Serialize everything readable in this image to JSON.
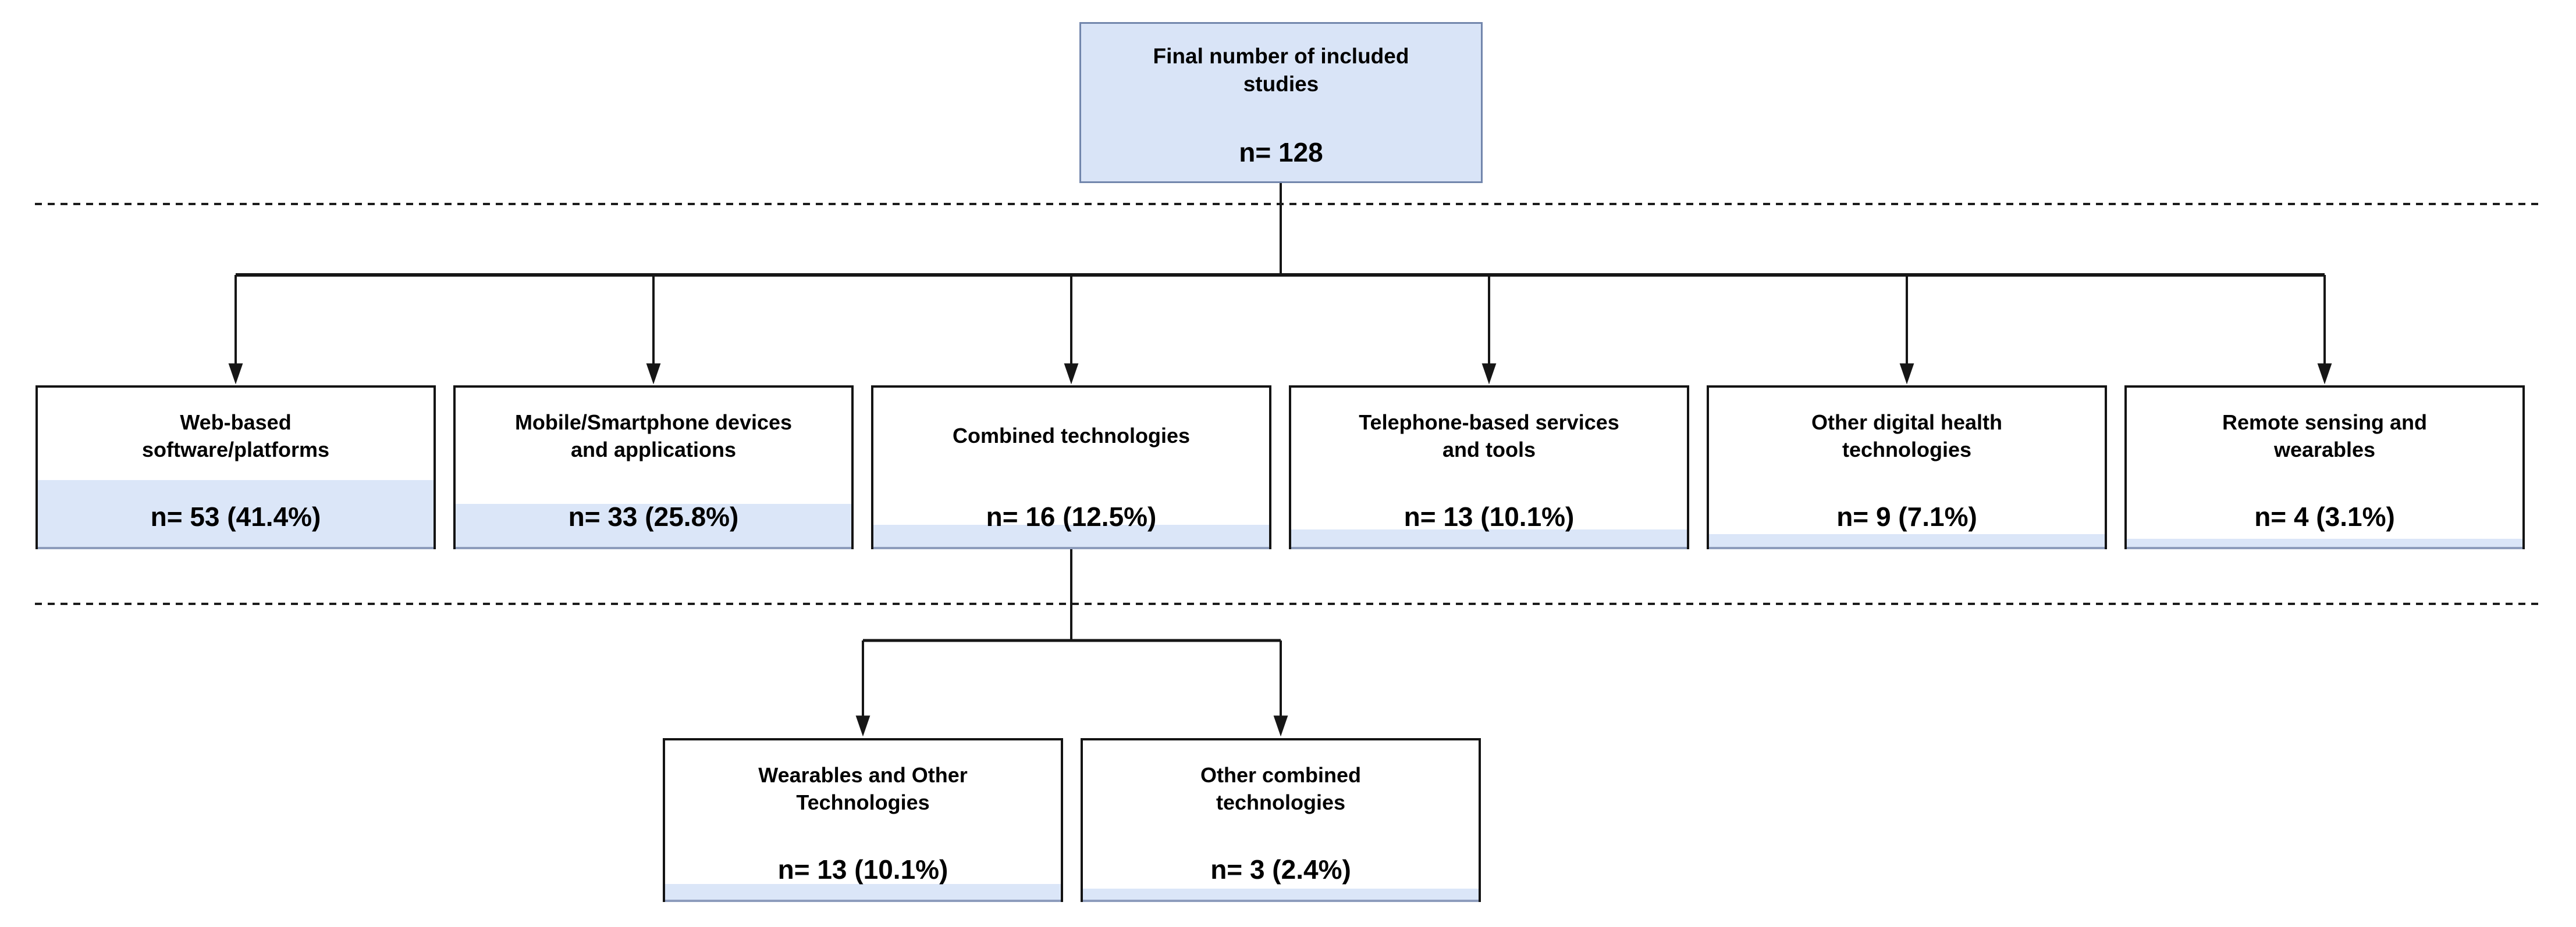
{
  "diagram": {
    "root": {
      "line1": "Final number of included",
      "line2": "studies",
      "n": "n= 128"
    },
    "categories": [
      {
        "line1": "Web-based",
        "line2": "software/platforms",
        "n": "n= 53 (41.4%)",
        "band_pct": 42
      },
      {
        "line1": "Mobile/Smartphone devices",
        "line2": "and applications",
        "n": "n= 33 (25.8%)",
        "band_pct": 27
      },
      {
        "line1": "Combined technologies",
        "line2": "",
        "n": "n= 16 (12.5%)",
        "band_pct": 14
      },
      {
        "line1": "Telephone-based services",
        "line2": "and tools",
        "n": "n= 13 (10.1%)",
        "band_pct": 11
      },
      {
        "line1": "Other digital health",
        "line2": "technologies",
        "n": "n= 9 (7.1%)",
        "band_pct": 8
      },
      {
        "line1": "Remote sensing and",
        "line2": "wearables",
        "n": "n= 4 (3.1%)",
        "band_pct": 5
      }
    ],
    "subcategories": [
      {
        "line1": "Wearables and Other",
        "line2": "Technologies",
        "n": "n= 13 (10.1%)",
        "band_pct": 10
      },
      {
        "line1": "Other combined",
        "line2": "technologies",
        "n": "n= 3 (2.4%)",
        "band_pct": 7
      }
    ],
    "colors": {
      "root_fill": "#d9e4f7",
      "root_border": "#7286ac",
      "band_fill": "#dbe6f8",
      "band_edge": "#8d9cbc",
      "line": "#1c1c1c"
    }
  }
}
